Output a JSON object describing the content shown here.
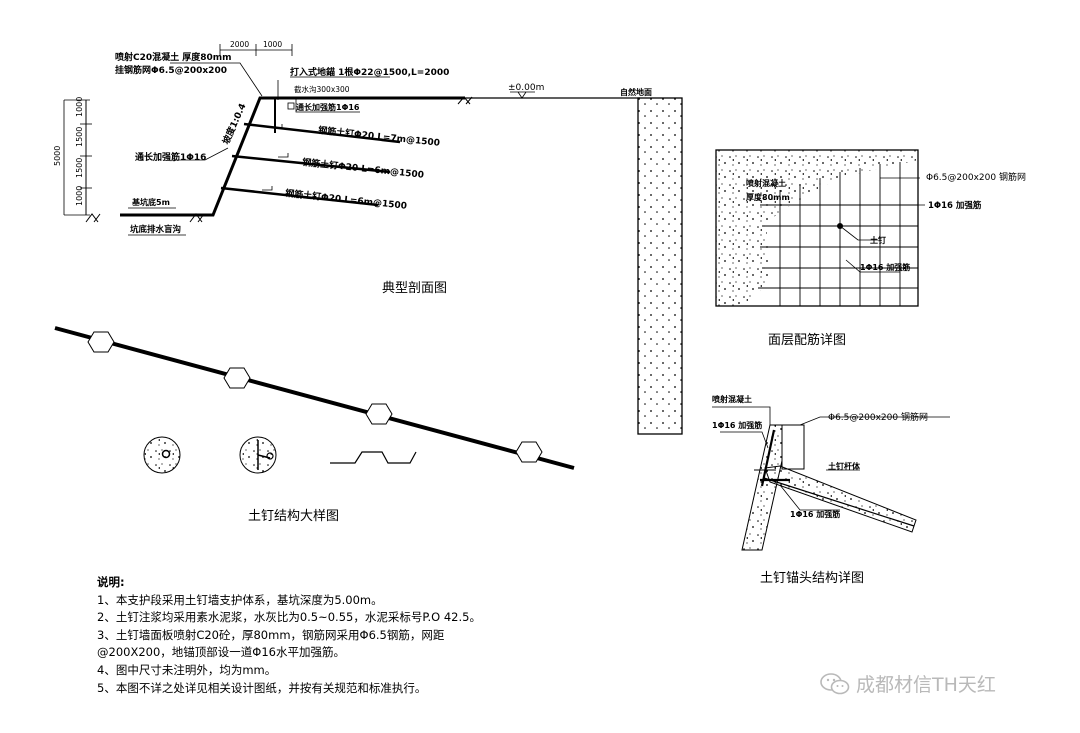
{
  "section": {
    "title": "典型剖面图",
    "dim_top": [
      "2000",
      "1000"
    ],
    "dim_left": [
      "1000",
      "1500",
      "1500",
      "1000"
    ],
    "dim_total": "5000",
    "label_shotcrete": "喷射C20混凝土 厚度80mm",
    "label_mesh": "挂钢筋网Φ6.5@200x200",
    "label_top_bar": "打入式地錨 1根Φ22@1500,L=2000",
    "label_ditch": "截水沟300x300",
    "label_long_bar_top": "通长加强筋1Φ16",
    "label_level": "±0.00m",
    "label_natural_ground": "自然地面",
    "label_slope": "坡度1:0.4",
    "label_long_bar_side": "通长加强筋1Φ16",
    "label_nail1": "钢筋土钉Φ20 L=7m@1500",
    "label_nail2": "钢筋土钉Φ20 L=6m@1500",
    "label_nail3": "钢筋土钉Φ20 L=6m@1500",
    "label_berm": "基坑底5m",
    "label_drain": "坑底排水盲沟"
  },
  "mesh_detail": {
    "title": "面层配筋详图",
    "label_shotcrete": "喷射混凝土",
    "label_thickness": "厚度80mm",
    "label_mesh": "Φ6.5@200x200 钢筋网",
    "label_bar": "1Φ16 加强筋",
    "label_nail": "土钉",
    "label_bar2": "1Φ16 加强筋"
  },
  "nail_detail": {
    "title": "土钉结构大样图"
  },
  "anchor_detail": {
    "title": "土钉锚头结构详图",
    "label_shotcrete": "喷射混凝土",
    "label_bar": "1Φ16 加强筋",
    "label_mesh": "Φ6.5@200x200 钢筋网",
    "label_nail": "土钉杆体",
    "label_bar2": "1Φ16 加强筋"
  },
  "notes": {
    "heading": "说明:",
    "lines": [
      "1、本支护段采用土钉墙支护体系，基坑深度为5.00m。",
      "2、土钉注浆均采用素水泥浆，水灰比为0.5~0.55，水泥采标号P.O 42.5。",
      "3、土钉墙面板喷射C20砼，厚80mm，钢筋网采用Φ6.5钢筋，网距",
      "@200X200，地锚顶部设一道Φ16水平加强筋。",
      "4、图中尺寸未注明外，均为mm。",
      "5、本图不详之处详见相关设计图纸，并按有关规范和标准执行。"
    ]
  },
  "watermark": {
    "text": "成都材信TH天红",
    "icon": "wechat-icon"
  }
}
